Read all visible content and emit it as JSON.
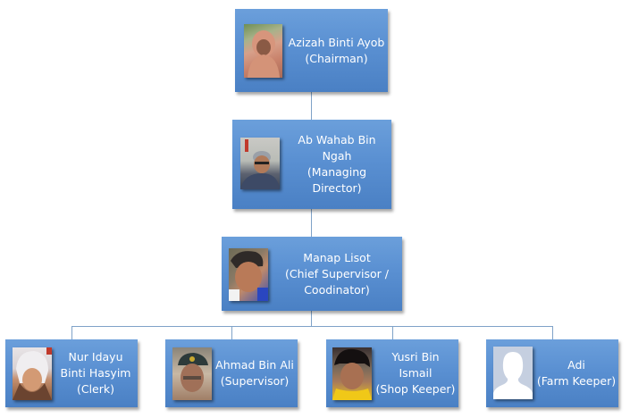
{
  "title": "Organization Chart",
  "colors": {
    "node_fill": "#5a90d2",
    "connector": "#7fa2c8",
    "text": "#ffffff"
  },
  "nodes": [
    {
      "id": "chairman",
      "name_lines": [
        "Azizah Binti Ayob"
      ],
      "role_lines": [
        "(Chairman)"
      ],
      "photo": "photo-woman-pink-hijab"
    },
    {
      "id": "managing-director",
      "name_lines": [
        "Ab Wahab Bin",
        "Ngah"
      ],
      "role_lines": [
        "(Managing",
        "Director)"
      ],
      "photo": "photo-man-cap-glasses"
    },
    {
      "id": "chief-supervisor",
      "name_lines": [
        "Manap Lisot"
      ],
      "role_lines": [
        "(Chief Supervisor /",
        "Coodinator)"
      ],
      "photo": "photo-man-closeup"
    },
    {
      "id": "clerk",
      "name_lines": [
        "Nur Idayu",
        "Binti Hasyim"
      ],
      "role_lines": [
        "(Clerk)"
      ],
      "photo": "photo-woman-white-hijab"
    },
    {
      "id": "supervisor",
      "name_lines": [
        "Ahmad Bin Ali"
      ],
      "role_lines": [
        "(Supervisor)"
      ],
      "photo": "photo-man-cap"
    },
    {
      "id": "shop-keeper",
      "name_lines": [
        "Yusri Bin",
        "Ismail"
      ],
      "role_lines": [
        "(Shop Keeper)"
      ],
      "photo": "photo-man-yellow-shirt"
    },
    {
      "id": "farm-keeper",
      "name_lines": [
        "Adi"
      ],
      "role_lines": [
        "(Farm Keeper)"
      ],
      "photo": "placeholder-silhouette"
    }
  ]
}
